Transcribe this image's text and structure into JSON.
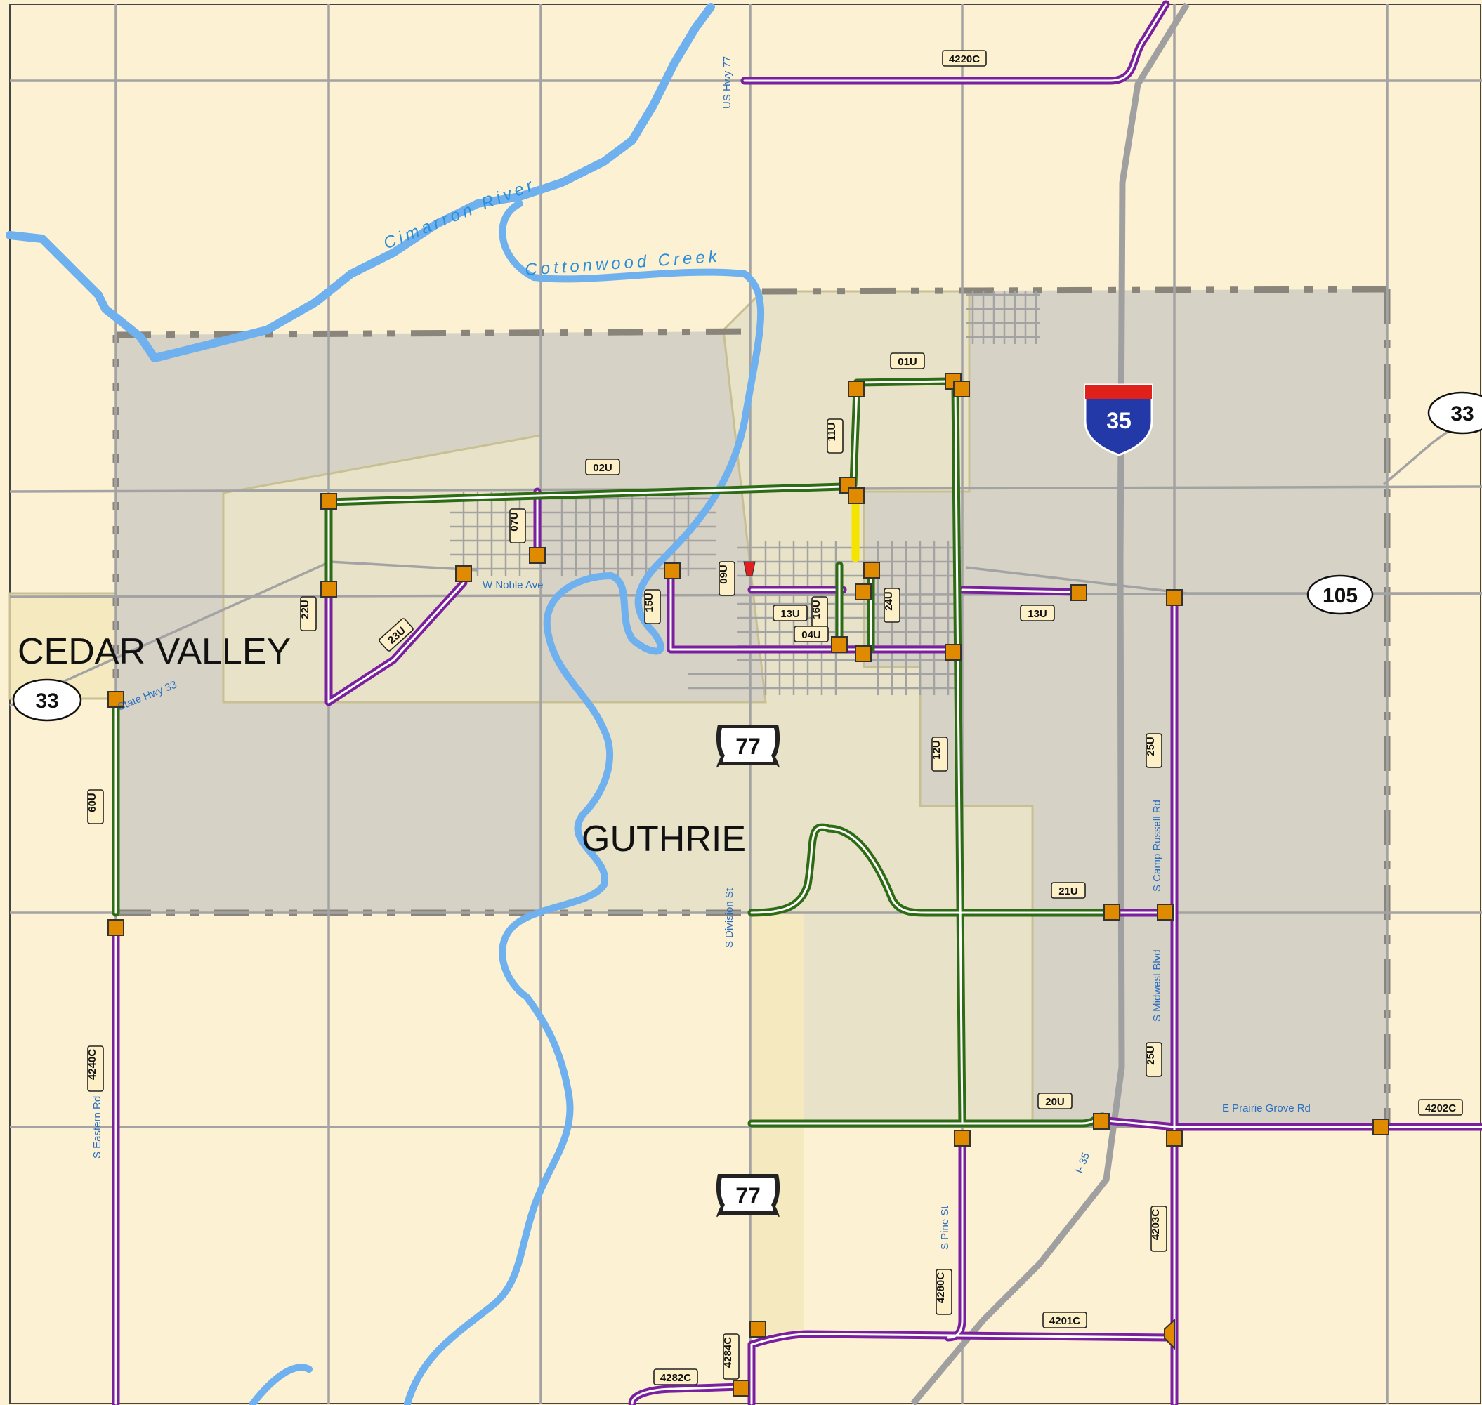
{
  "places": {
    "cedar_valley": "CEDAR VALLEY",
    "guthrie": "GUTHRIE"
  },
  "water": {
    "cimarron": "Cimarron River",
    "cottonwood": "Cottonwood Creek"
  },
  "streets": {
    "us77": "US Hwy 77",
    "noble": "W Noble Ave",
    "hwy33": "State Hwy 33",
    "division": "S Division St",
    "camp_russell": "S Camp Russell Rd",
    "midwest": "S Midwest Blvd",
    "prairie_grove": "E Prairie Grove Rd",
    "i35": "I- 35",
    "pine": "S Pine St",
    "eastern": "S Eastern Rd"
  },
  "shields": {
    "interstate": "35",
    "state33_left": "33",
    "state33_right": "33",
    "state105": "105",
    "us77_north": "77",
    "us77_south": "77"
  },
  "segments": {
    "s4220c": "4220C",
    "s01u": "01U",
    "s02u": "02U",
    "s11u": "11U",
    "s07u": "07U",
    "s09u": "09U",
    "s15u": "15U",
    "s22u": "22U",
    "s23u": "23U",
    "s13u_a": "13U",
    "s16u": "16U",
    "s04u": "04U",
    "s24u": "24U",
    "s13u_b": "13U",
    "s12u": "12U",
    "s25u_a": "25U",
    "s25u_b": "25U",
    "s21u": "21U",
    "s20u": "20U",
    "s60u": "60U",
    "s4240c": "4240C",
    "s4202c": "4202C",
    "s4203c": "4203C",
    "s4280c": "4280C",
    "s4201c": "4201C",
    "s4284c": "4284C",
    "s4282c": "4282C"
  },
  "colors": {
    "background": "#fdf1d3",
    "rural_area": "#d6d2c6",
    "urban_area": "#e8e3c8",
    "road": "#a3a3a3",
    "water": "#6fb0ee",
    "urban_route": "#2e6b15",
    "county_route": "#7a1f9e",
    "node": "#e08a00"
  }
}
